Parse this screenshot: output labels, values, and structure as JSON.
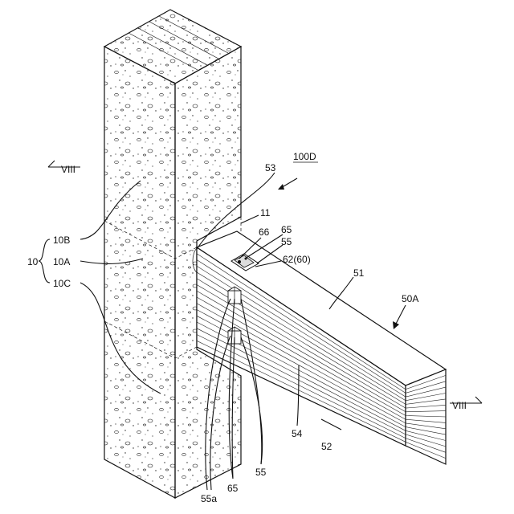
{
  "labels": {
    "section_left": "VIII",
    "section_right": "VIII",
    "assembly": "100D",
    "col_group": "10",
    "col_upper": "10B",
    "col_middle": "10A",
    "col_lower": "10C",
    "n11": "11",
    "n53": "53",
    "n66": "66",
    "n65_top": "65",
    "n55_top": "55",
    "n62": "62(60)",
    "n51": "51",
    "beam": "50A",
    "n54": "54",
    "n52": "52",
    "n55_bottom": "55",
    "n65_bottom": "65",
    "n55a": "55a"
  }
}
